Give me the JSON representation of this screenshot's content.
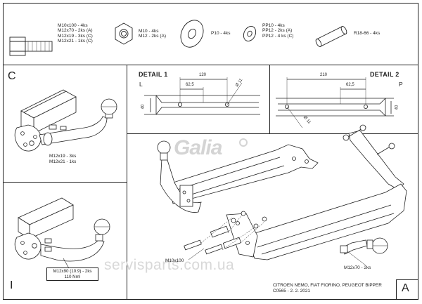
{
  "parts": {
    "bolt_specs": "M10x100 - 4ks\nM12x70 - 2ks (A)\nM12x19 - 3ks (C)\nM12x21 - 1ks (C)",
    "nut_specs": "M10 - 4ks\nM12 - 2ks (A)",
    "washer_big_specs": "P10 - 4ks",
    "washer_small_specs": "PP10 - 4ks\nPP12 - 2ks (A)\nPP12 - 4 ks (C)",
    "spacer_specs": "R18-66 - 4ks"
  },
  "panel_c": {
    "letter": "C",
    "callout": "M12x19 - 3ks\nM12x21 - 1ks"
  },
  "panel_i": {
    "letter": "I",
    "callout": "M12x90 (10.9) - 2ks\n110 Nm!"
  },
  "detail1": {
    "title": "DETAIL 1",
    "side": "L",
    "dim_width": "120",
    "dim_offset": "62,5",
    "dim_height": "40",
    "dim_hole": "Ø 11"
  },
  "detail2": {
    "title": "DETAIL 2",
    "side": "P",
    "dim_width": "210",
    "dim_offset": "62,5",
    "dim_height": "40",
    "dim_hole": "Ø 11"
  },
  "main": {
    "logo": "Galia",
    "watermark": "servisparts.com.ua",
    "label_m10": "M10x100",
    "label_m12": "M12x70 - 2ks",
    "model": "CITROEN NEMO, FIAT FIORINO, PEUGEOT BIPPER\nC0565 - 2. 2. 2021",
    "panel_letter": "A"
  }
}
